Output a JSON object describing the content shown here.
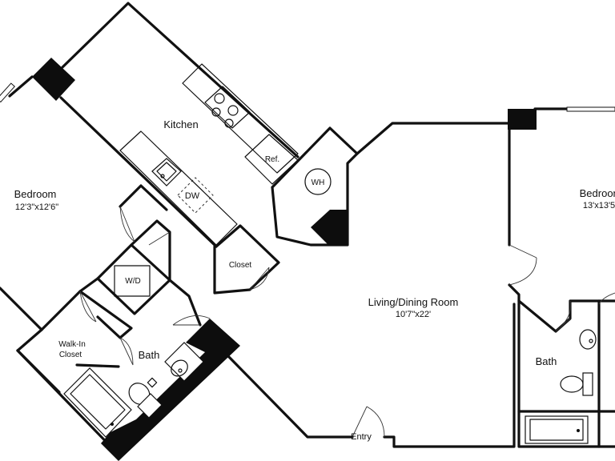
{
  "rooms": {
    "kitchen": {
      "name": "Kitchen"
    },
    "bedroom_left": {
      "name": "Bedroom",
      "size": "12'3\"x12'6\""
    },
    "bedroom_right": {
      "name": "Bedroom",
      "size": "13'x13'5\""
    },
    "living": {
      "name": "Living/Dining Room",
      "size": "10'7\"x22'"
    },
    "bath_left": {
      "name": "Bath"
    },
    "bath_right": {
      "name": "Bath"
    },
    "walk_in": {
      "name": "Walk-In\nCloset",
      "line1": "Walk-In",
      "line2": "Closet"
    },
    "closet": {
      "name": "Closet"
    },
    "entry": {
      "name": "Entry"
    }
  },
  "appliances": {
    "dishwasher": "DW",
    "refrigerator": "Ref.",
    "water_heater": "WH",
    "washer_dryer": "W/D"
  }
}
